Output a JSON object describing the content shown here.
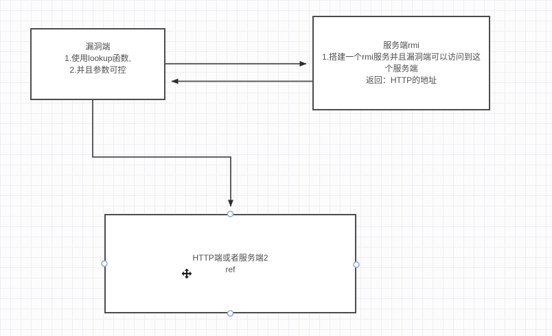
{
  "diagram": {
    "nodes": {
      "vuln_client": {
        "title": "漏洞端",
        "line1": "1.使用lookup函数,",
        "line2": "2.并且参数可控"
      },
      "rmi_server": {
        "title": "服务端rmi",
        "line1": "1.搭建一个rmi服务并且漏洞端可以访问到这个服务端",
        "line2": "返回：HTTP的地址"
      },
      "http_server": {
        "title": "HTTP端或者服务端2",
        "line1": "ref"
      }
    },
    "colors": {
      "stroke": "#4b4b4b",
      "arrowhead": "#2e2e2e",
      "text": "#4f4f4f",
      "handle_border": "#8fa7d9",
      "handle_fill": "#ffffff",
      "grid": "#efeef1",
      "background": "#fcfcfc"
    }
  }
}
